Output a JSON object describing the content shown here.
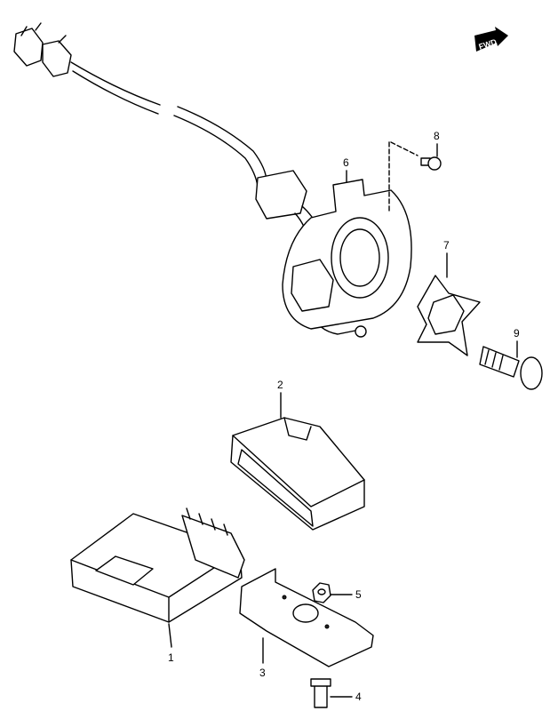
{
  "direction_badge": "FWD",
  "callouts": [
    {
      "number": "1",
      "part": "igniter-unit"
    },
    {
      "number": "2",
      "part": "igniter-case"
    },
    {
      "number": "3",
      "part": "igniter-bracket"
    },
    {
      "number": "4",
      "part": "bolt"
    },
    {
      "number": "5",
      "part": "nut"
    },
    {
      "number": "6",
      "part": "pickup-coil-plate"
    },
    {
      "number": "7",
      "part": "signal-rotor"
    },
    {
      "number": "8",
      "part": "screw"
    },
    {
      "number": "9",
      "part": "rotor-bolt"
    }
  ]
}
